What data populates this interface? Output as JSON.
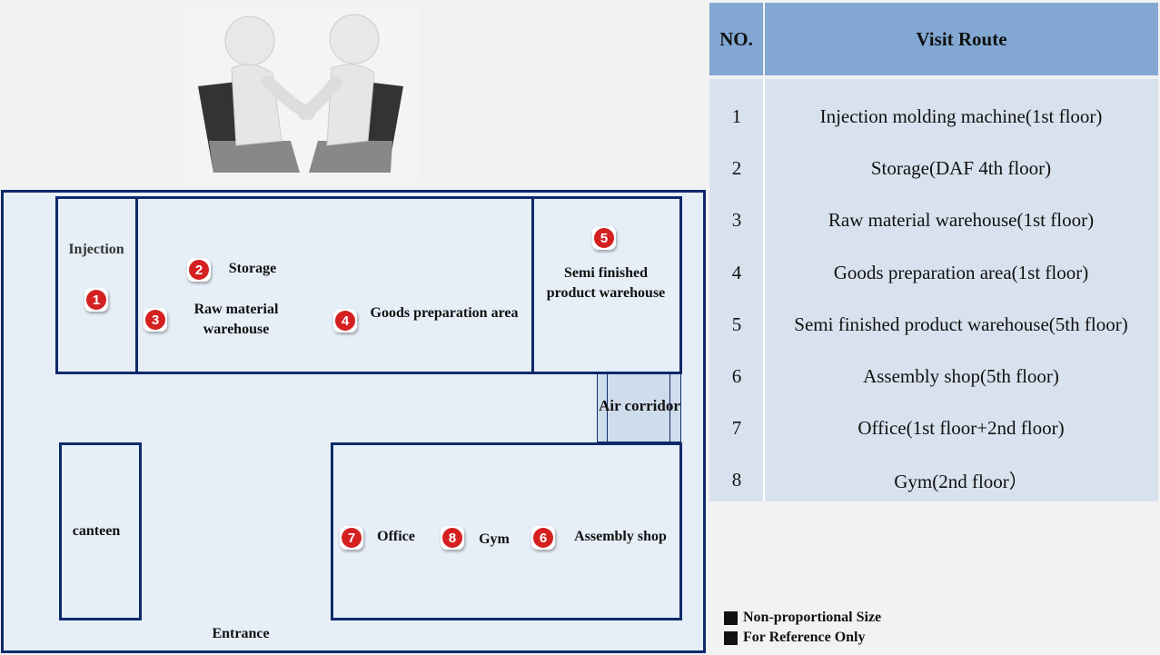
{
  "map": {
    "areas": {
      "injection": "Injection",
      "storage": "Storage",
      "raw": "Raw material warehouse",
      "goods": "Goods preparation area",
      "semi": "Semi finished product warehouse",
      "air": "Air corridor",
      "canteen": "canteen",
      "office": "Office",
      "gym": "Gym",
      "assembly": "Assembly shop",
      "entrance": "Entrance"
    },
    "badges": [
      "1",
      "2",
      "3",
      "4",
      "5",
      "6",
      "7",
      "8"
    ],
    "colors": {
      "wall": "#0f2a6b",
      "floor": "#e6eef7",
      "badge": "#d42020"
    }
  },
  "table": {
    "headers": {
      "no": "NO.",
      "route": "Visit Route"
    },
    "rows": [
      {
        "no": "1",
        "route": "Injection molding machine(1st floor)"
      },
      {
        "no": "2",
        "route": "Storage(DAF  4th floor)"
      },
      {
        "no": "3",
        "route": "Raw material warehouse(1st floor)"
      },
      {
        "no": "4",
        "route": "Goods preparation area(1st floor)"
      },
      {
        "no": "5",
        "route": "Semi finished product warehouse(5th floor)"
      },
      {
        "no": "6",
        "route": "Assembly shop(5th floor)"
      },
      {
        "no": "7",
        "route": "Office(1st floor+2nd floor)"
      },
      {
        "no": "8",
        "route": "Gym(2nd floor）"
      }
    ]
  },
  "notes": [
    "Non-proportional Size",
    "For Reference Only"
  ]
}
